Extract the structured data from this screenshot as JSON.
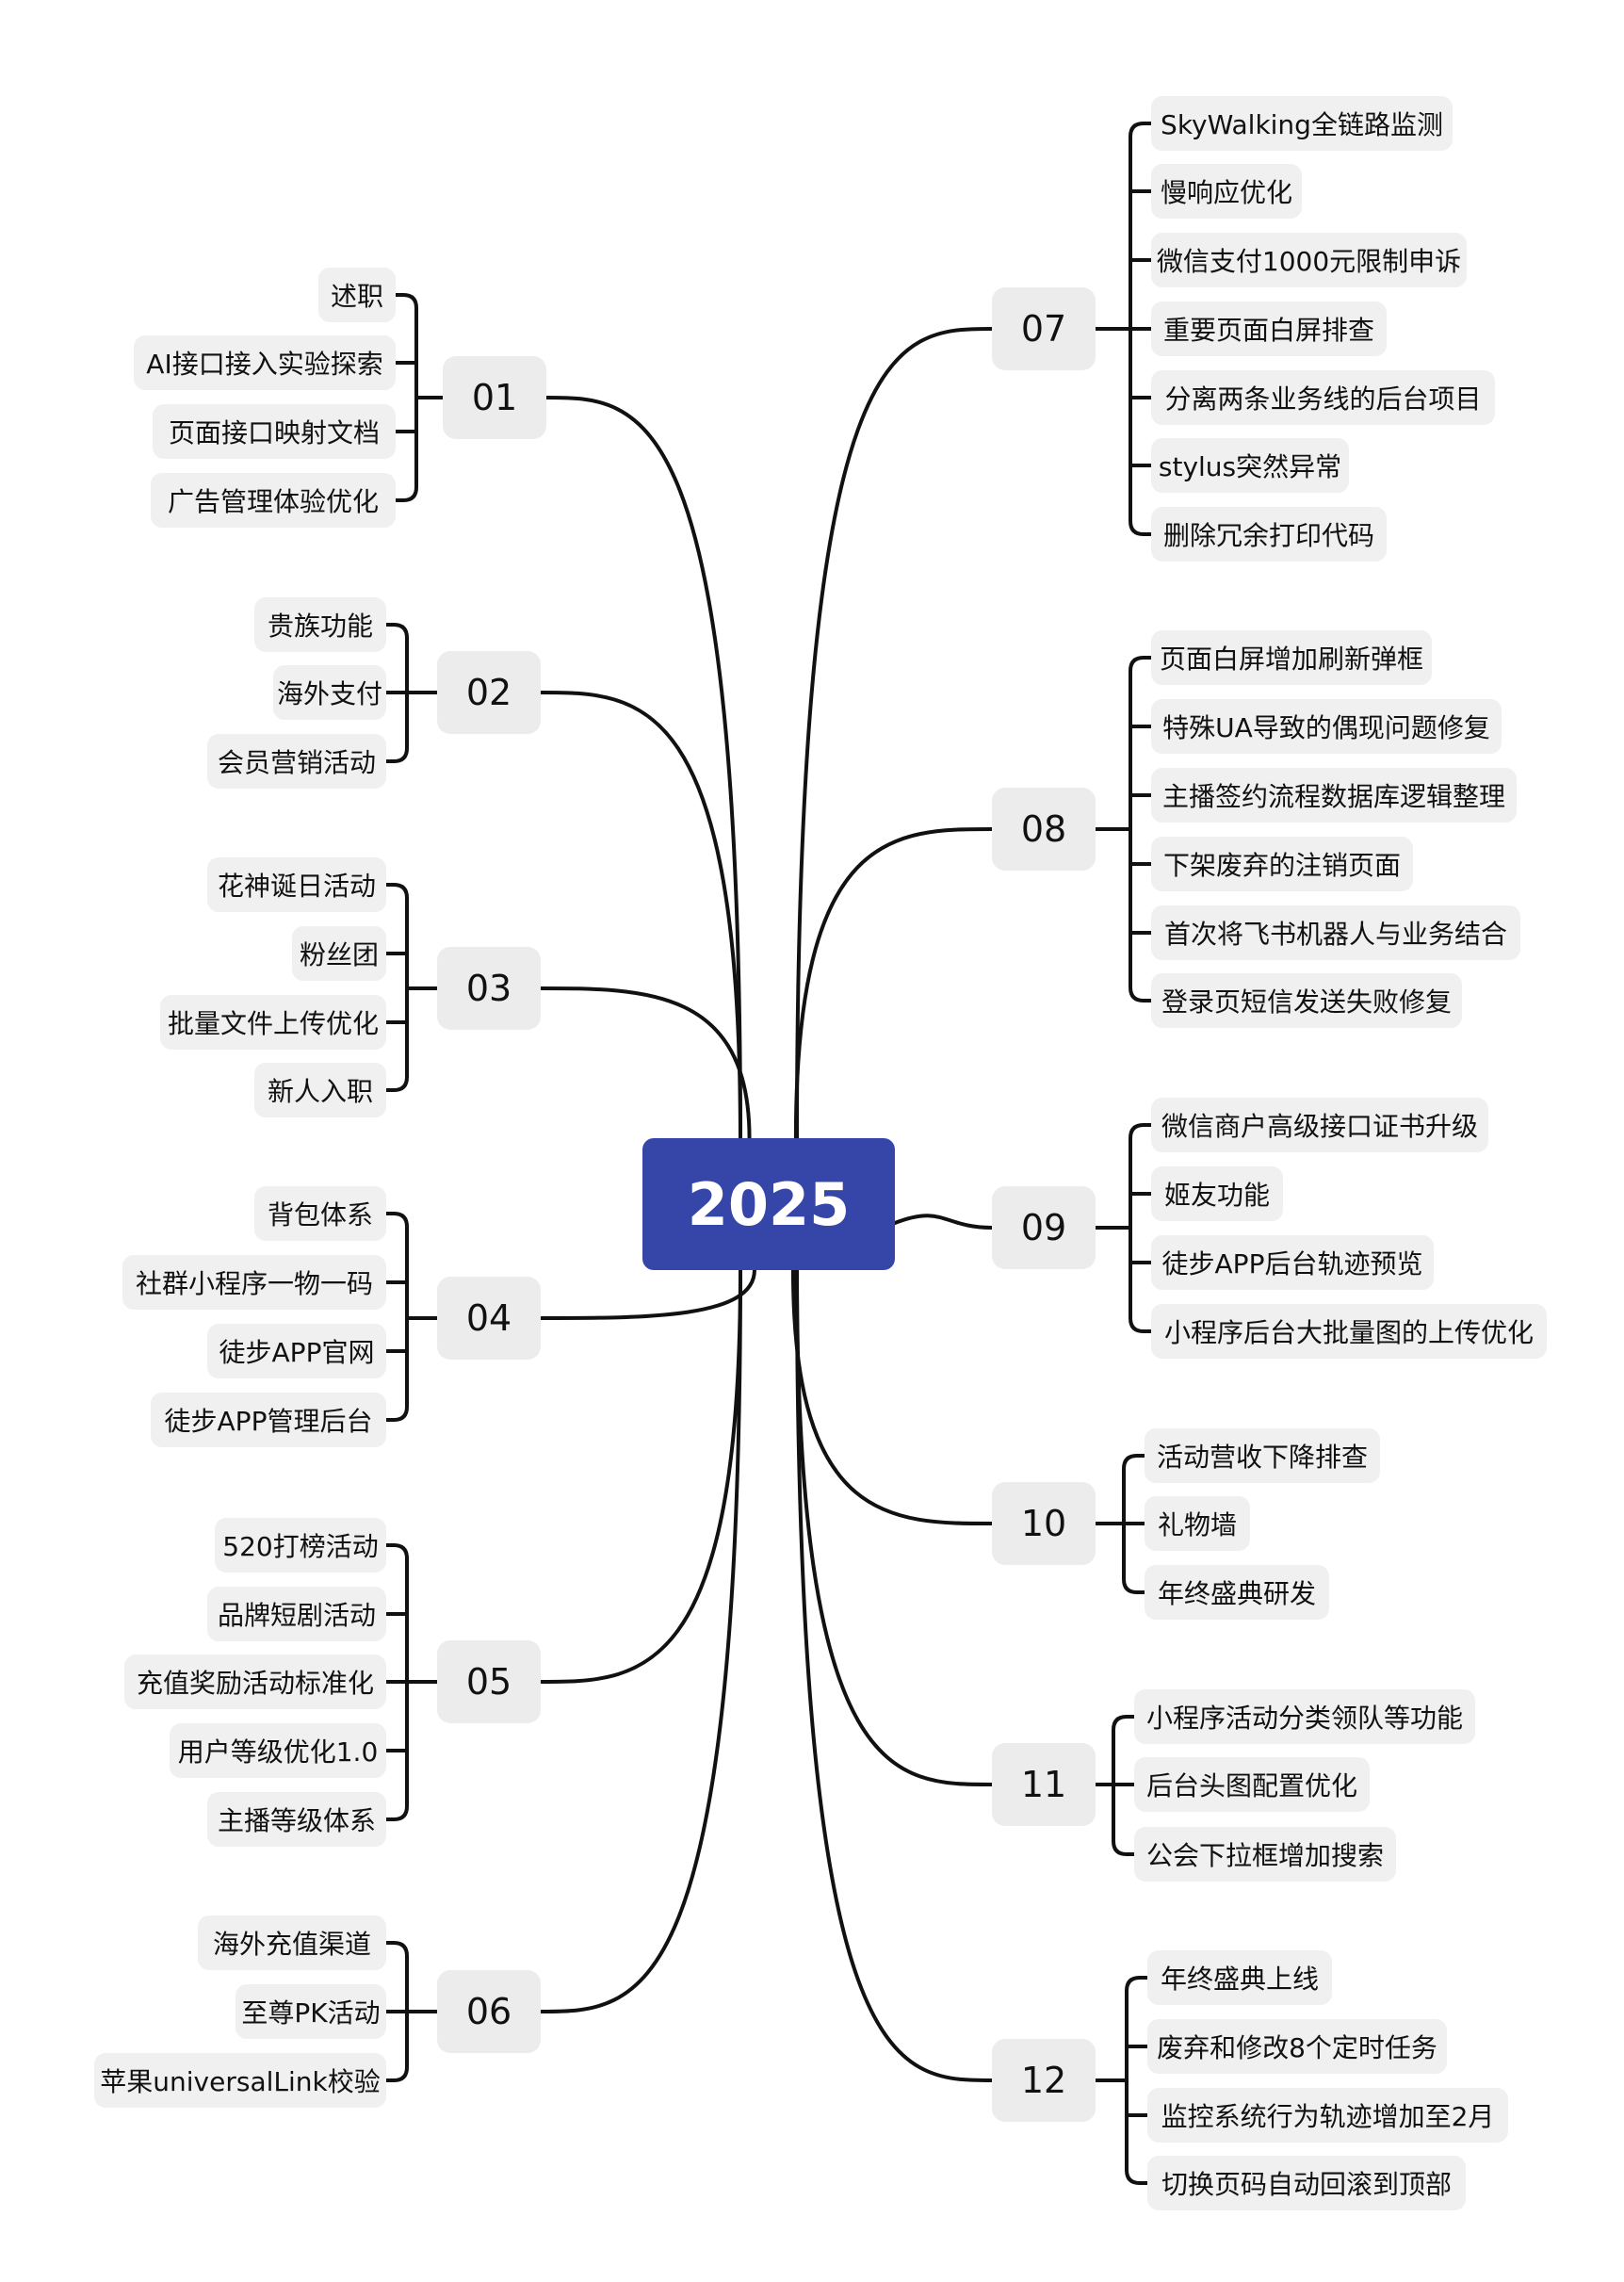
{
  "title": "2025",
  "colors": {
    "center_bg": "#3545a8",
    "line": "#111111",
    "leaf_bg": "#f0f0f0",
    "month_bg": "#ececec"
  },
  "branches": [
    {
      "label": "01",
      "side": "left",
      "items": [
        "述职",
        "AI接口接入实验探索",
        "页面接口映射文档",
        "广告管理体验优化"
      ]
    },
    {
      "label": "02",
      "side": "left",
      "items": [
        "贵族功能",
        "海外支付",
        "会员营销活动"
      ]
    },
    {
      "label": "03",
      "side": "left",
      "items": [
        "花神诞日活动",
        "粉丝团",
        "批量文件上传优化",
        "新人入职"
      ]
    },
    {
      "label": "04",
      "side": "left",
      "items": [
        "背包体系",
        "社群小程序一物一码",
        "徒步APP官网",
        "徒步APP管理后台"
      ]
    },
    {
      "label": "05",
      "side": "left",
      "items": [
        "520打榜活动",
        "品牌短剧活动",
        "充值奖励活动标准化",
        "用户等级优化1.0",
        "主播等级体系"
      ]
    },
    {
      "label": "06",
      "side": "left",
      "items": [
        "海外充值渠道",
        "至尊PK活动",
        "苹果universalLink校验"
      ]
    },
    {
      "label": "07",
      "side": "right",
      "items": [
        "SkyWalking全链路监测",
        "慢响应优化",
        "微信支付1000元限制申诉",
        "重要页面白屏排查",
        "分离两条业务线的后台项目",
        "stylus突然异常",
        "删除冗余打印代码"
      ]
    },
    {
      "label": "08",
      "side": "right",
      "items": [
        "页面白屏增加刷新弹框",
        "特殊UA导致的偶现问题修复",
        "主播签约流程数据库逻辑整理",
        "下架废弃的注销页面",
        "首次将飞书机器人与业务结合",
        "登录页短信发送失败修复"
      ]
    },
    {
      "label": "09",
      "side": "right",
      "items": [
        "微信商户高级接口证书升级",
        "姬友功能",
        "徒步APP后台轨迹预览",
        "小程序后台大批量图的上传优化"
      ]
    },
    {
      "label": "10",
      "side": "right",
      "items": [
        "活动营收下降排查",
        "礼物墙",
        "年终盛典研发"
      ]
    },
    {
      "label": "11",
      "side": "right",
      "items": [
        "小程序活动分类领队等功能",
        "后台头图配置优化",
        "公会下拉框增加搜索"
      ]
    },
    {
      "label": "12",
      "side": "right",
      "items": [
        "年终盛典上线",
        "废弃和修改8个定时任务",
        "监控系统行为轨迹增加至2月",
        "切换页码自动回滚到顶部"
      ]
    }
  ]
}
